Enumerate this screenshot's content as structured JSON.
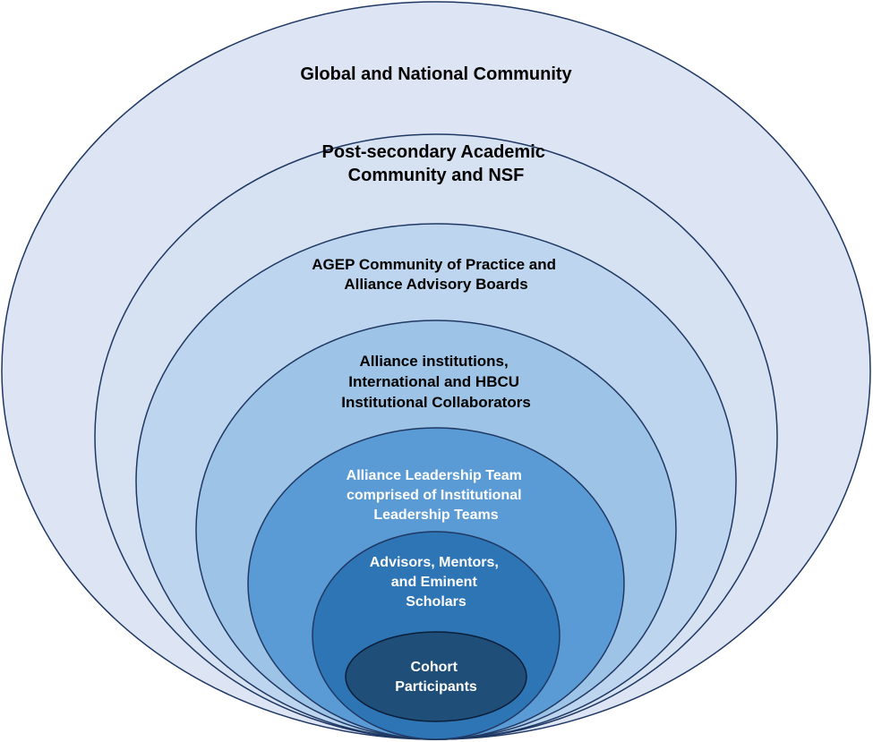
{
  "diagram": {
    "layers": [
      {
        "lines": [
          "Global and National Community"
        ],
        "fill": "#dde4f3",
        "stroke": "#1f3864",
        "text_color": "#000000"
      },
      {
        "lines": [
          "Post-secondary Academic",
          "Community and NSF"
        ],
        "fill": "#d6e1f2",
        "stroke": "#1f3864",
        "text_color": "#000000"
      },
      {
        "lines": [
          "AGEP Community of Practice and",
          "Alliance Advisory Boards"
        ],
        "fill": "#bdd5ee",
        "stroke": "#1f3864",
        "text_color": "#000000"
      },
      {
        "lines": [
          "Alliance institutions,",
          "International and HBCU",
          "Institutional Collaborators"
        ],
        "fill": "#9dc3e6",
        "stroke": "#1f3864",
        "text_color": "#000000"
      },
      {
        "lines": [
          "Alliance Leadership Team",
          "comprised of Institutional",
          "Leadership Teams"
        ],
        "fill": "#5b9bd5",
        "stroke": "#1f3864",
        "text_color": "#ffffff"
      },
      {
        "lines": [
          "Advisors, Mentors,",
          "and Eminent",
          "Scholars"
        ],
        "fill": "#2e75b6",
        "stroke": "#1f3864",
        "text_color": "#ffffff"
      },
      {
        "lines": [
          "Cohort",
          "Participants"
        ],
        "fill": "#1f4e79",
        "stroke": "#0b1e3a",
        "text_color": "#ffffff"
      }
    ]
  }
}
